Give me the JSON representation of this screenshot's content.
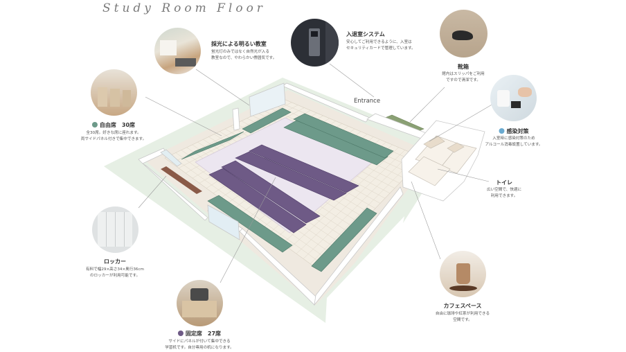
{
  "title": "Study Room Floor",
  "entrance_label": "Entrance",
  "colors": {
    "free_seat": "#6d9a8a",
    "fixed_seat": "#6e5a86",
    "sanitize": "#6aaad0",
    "floor": "#f2ede6",
    "wall": "#ffffff",
    "lawn": "#e6efe4"
  },
  "features": {
    "lighting": {
      "label": "採光による明るい教室",
      "desc": [
        "蛍光灯のみではなく自然光が入る",
        "教室なので、やわらかい雰囲気です。"
      ],
      "icon": "classroom-photo"
    },
    "entry": {
      "label": "入退室システム",
      "desc": [
        "安心してご利用できるように、入室は",
        "セキュリティカードで管理しています。"
      ],
      "icon": "card-reader-photo"
    },
    "shoe": {
      "label": "靴箱",
      "desc": [
        "館内はスリッパをご利用",
        "ですので清潔です。"
      ],
      "icon": "slippers-photo"
    },
    "sanitize": {
      "label": "感染対策",
      "desc": [
        "入室時に感染対策のため",
        "アルコール消毒設置しています。"
      ],
      "icon": "sanitizer-photo"
    },
    "toilet": {
      "label": "トイレ",
      "desc": [
        "広い空間で、快適に",
        "利用できます。"
      ]
    },
    "free": {
      "label": "自由席　30席",
      "desc": [
        "全30席。好きな席に座れます。",
        "両サイドパネル付きで集中できます。"
      ],
      "icon": "free-seat-photo"
    },
    "locker": {
      "label": "ロッカー",
      "desc": [
        "有料で幅29×高さ34×奥行36cm",
        "のロッカーが利用可能です。"
      ],
      "icon": "locker-photo"
    },
    "fixed": {
      "label": "固定席　27席",
      "desc": [
        "サイドにパネルが付いて集中できる",
        "学習机です。自分専用の机になります。"
      ],
      "icon": "fixed-seat-photo"
    },
    "cafe": {
      "label": "カフェスペース",
      "desc": [
        "自由に珈琲や紅茶が利用できる",
        "空間です。"
      ],
      "icon": "coffee-photo"
    }
  }
}
